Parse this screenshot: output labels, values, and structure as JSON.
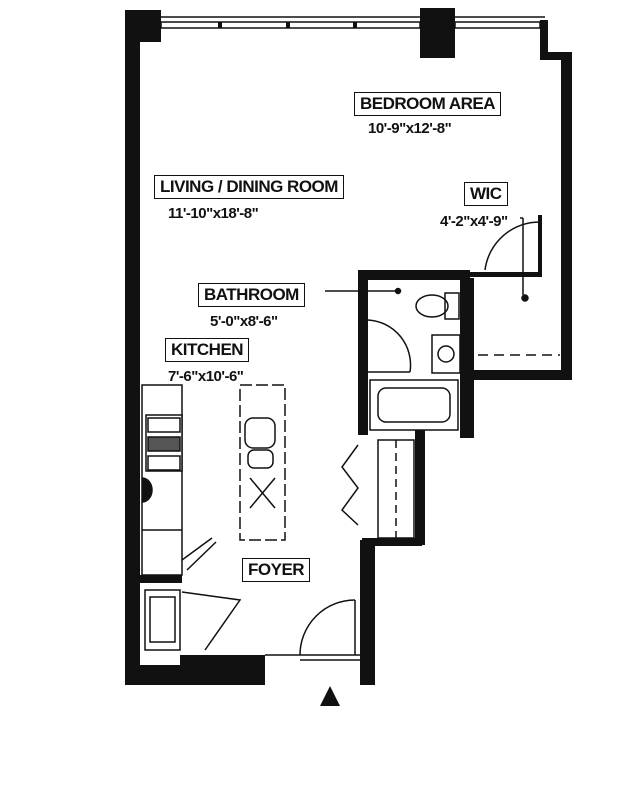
{
  "rooms": {
    "bedroom": {
      "name": "BEDROOM AREA",
      "size": "10'-9\"x12'-8\""
    },
    "living": {
      "name": "LIVING / DINING ROOM",
      "size": "11'-10\"x18'-8\""
    },
    "wic": {
      "name": "WIC",
      "size": "4'-2\"x4'-9\""
    },
    "bathroom": {
      "name": "BATHROOM",
      "size": "5'-0\"x8'-6\""
    },
    "kitchen": {
      "name": "KITCHEN",
      "size": "7'-6\"x10'-6\""
    },
    "foyer": {
      "name": "FOYER"
    }
  },
  "colors": {
    "wall": "#111111",
    "background": "#ffffff"
  }
}
